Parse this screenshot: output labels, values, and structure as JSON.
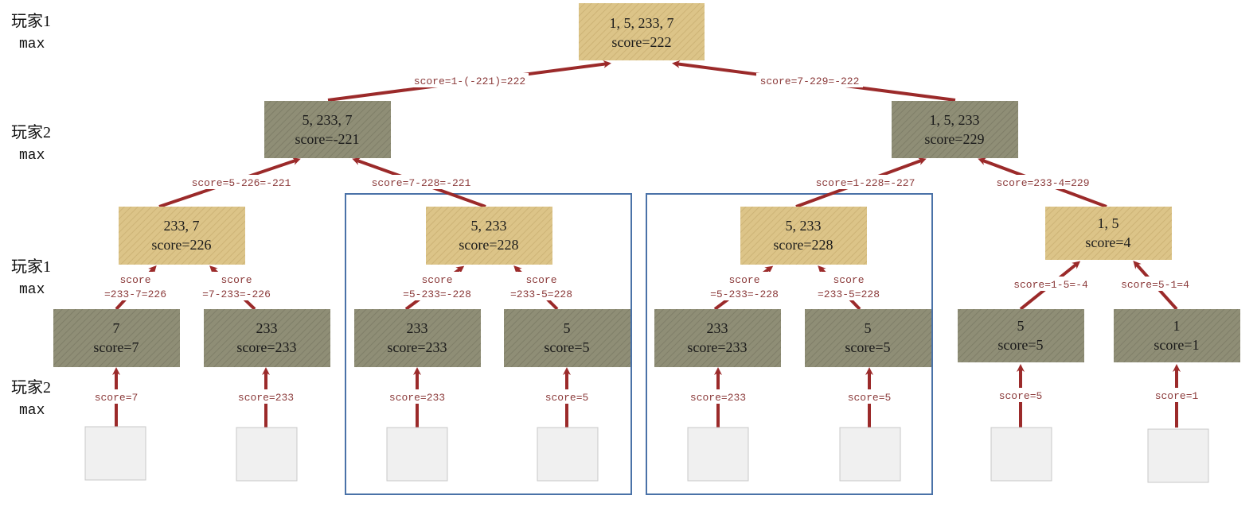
{
  "colors": {
    "tan_box": "#dcc488",
    "gray_box": "#8f8e76",
    "leaf_box": "#f0f0f0",
    "arrow": "#9b2a2a",
    "edge_text": "#8b3a3a",
    "highlight_border": "#4a72a8"
  },
  "levels": [
    {
      "player": "玩家1",
      "mode": "max"
    },
    {
      "player": "玩家2",
      "mode": "max"
    },
    {
      "player": "玩家1",
      "mode": "max"
    },
    {
      "player": "玩家2",
      "mode": "max"
    }
  ],
  "nodes": {
    "root": {
      "line1": "1, 5, 233, 7",
      "line2": "score=222"
    },
    "l1a": {
      "line1": "5, 233, 7",
      "line2": "score=-221"
    },
    "l1b": {
      "line1": "1, 5, 233",
      "line2": "score=229"
    },
    "l2a": {
      "line1": "233, 7",
      "line2": "score=226"
    },
    "l2b": {
      "line1": "5, 233",
      "line2": "score=228"
    },
    "l2c": {
      "line1": "5, 233",
      "line2": "score=228"
    },
    "l2d": {
      "line1": "1, 5",
      "line2": "score=4"
    },
    "l3a": {
      "line1": "7",
      "line2": "score=7"
    },
    "l3b": {
      "line1": "233",
      "line2": "score=233"
    },
    "l3c": {
      "line1": "233",
      "line2": "score=233"
    },
    "l3d": {
      "line1": "5",
      "line2": "score=5"
    },
    "l3e": {
      "line1": "233",
      "line2": "score=233"
    },
    "l3f": {
      "line1": "5",
      "line2": "score=5"
    },
    "l3g": {
      "line1": "5",
      "line2": "score=5"
    },
    "l3h": {
      "line1": "1",
      "line2": "score=1"
    }
  },
  "edges": {
    "root_l1a": "score=1-(-221)=222",
    "root_l1b": "score=7-229=-222",
    "l1a_l2a": "score=5-226=-221",
    "l1a_l2b": "score=7-228=-221",
    "l1b_l2c": "score=1-228=-227",
    "l1b_l2d": "score=233-4=229",
    "l2a_l3a": {
      "line1": "score",
      "line2": "=233-7=226"
    },
    "l2a_l3b": {
      "line1": "score",
      "line2": "=7-233=-226"
    },
    "l2b_l3c": {
      "line1": "score",
      "line2": "=5-233=-228"
    },
    "l2b_l3d": {
      "line1": "score",
      "line2": "=233-5=228"
    },
    "l2c_l3e": {
      "line1": "score",
      "line2": "=5-233=-228"
    },
    "l2c_l3f": {
      "line1": "score",
      "line2": "=233-5=228"
    },
    "l2d_l3g": "score=1-5=-4",
    "l2d_l3h": "score=5-1=4",
    "leaf_a": "score=7",
    "leaf_b": "score=233",
    "leaf_c": "score=233",
    "leaf_d": "score=5",
    "leaf_e": "score=233",
    "leaf_f": "score=5",
    "leaf_g": "score=5",
    "leaf_h": "score=1"
  }
}
